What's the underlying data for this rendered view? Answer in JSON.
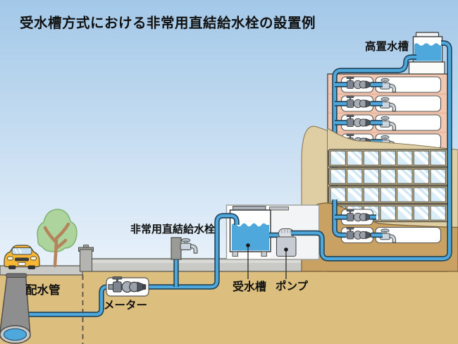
{
  "title": "受水槽方式における非常用直結給水栓の設置例",
  "labels": {
    "elevated_tank": "高置水槽",
    "emergency_tap": "非常用直結給水栓",
    "receiving_tank": "受水槽",
    "pump": "ポンプ",
    "meter": "メーター",
    "distribution_pipe": "配水管"
  },
  "building": {
    "upper_plumbing_floors": 4,
    "window_rows": 4,
    "window_cols": 7,
    "lower_plumbing_floors": 2
  },
  "colors": {
    "pipe_water": "#4FA8DC",
    "pipe_outline": "#1E4158",
    "building_wall": "#F2C6AF",
    "hill_light": "#DFCEA3",
    "hill_dark": "#C9A263",
    "underground": "#DCBE7E",
    "pavement": "#C9C9C5",
    "sky_top": "#A3C8E8",
    "sky_bottom": "#E9F2FA",
    "car_body": "#F7B733",
    "tree_foliage": "#ACD49C"
  }
}
